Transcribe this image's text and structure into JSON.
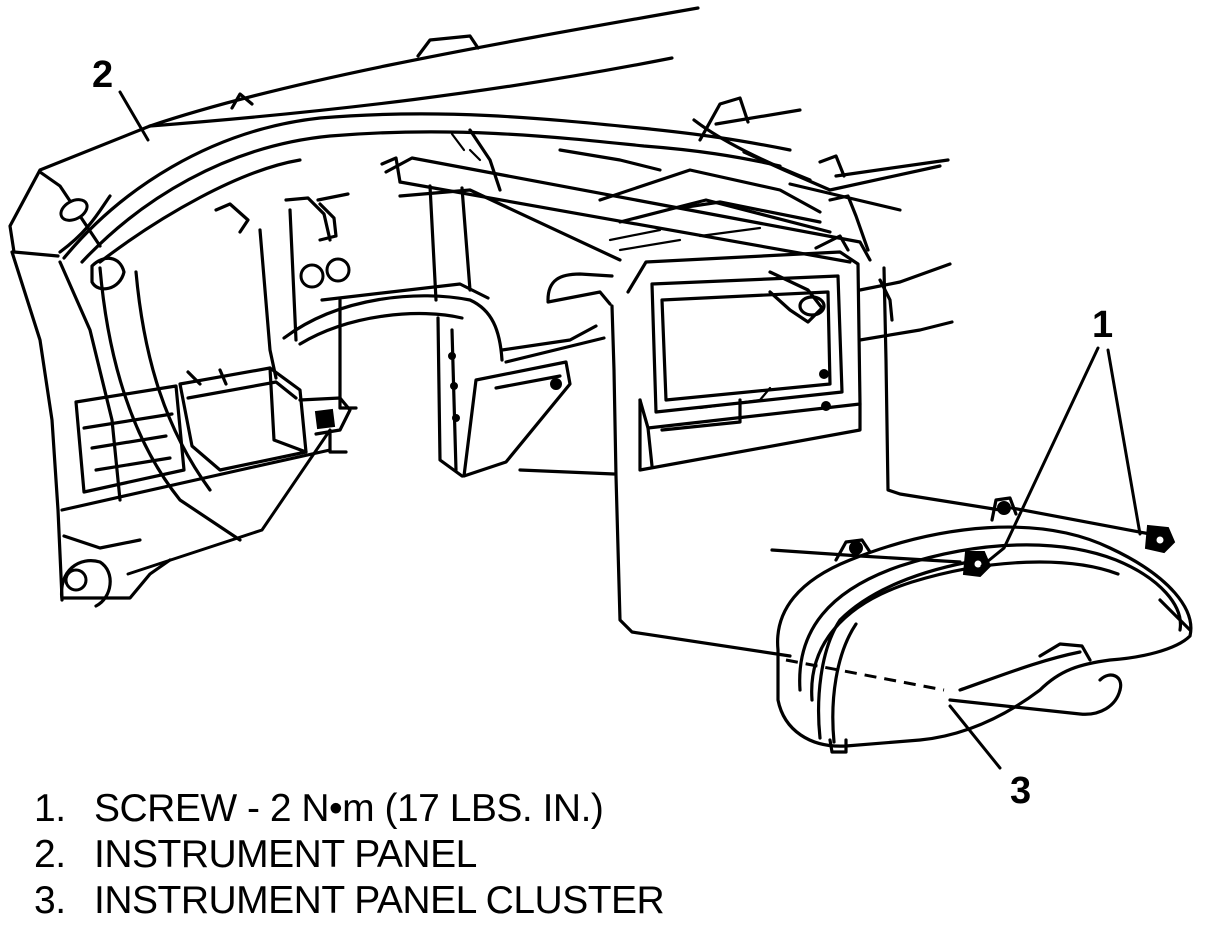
{
  "callouts": {
    "screw": "1",
    "panel": "2",
    "cluster": "3"
  },
  "legend": [
    {
      "number": "1.",
      "text": "SCREW - 2 N•m (17 LBS. IN.)"
    },
    {
      "number": "2.",
      "text": "INSTRUMENT PANEL"
    },
    {
      "number": "3.",
      "text": "INSTRUMENT PANEL CLUSTER"
    }
  ]
}
